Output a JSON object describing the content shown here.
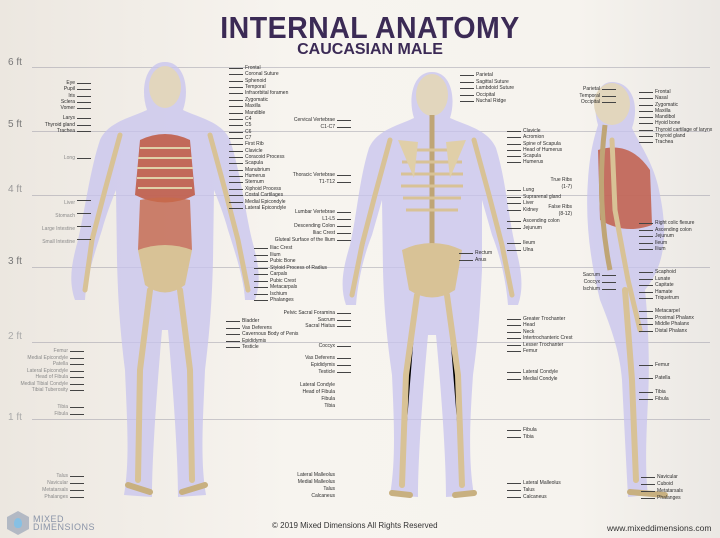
{
  "header": {
    "title": "INTERNAL ANATOMY",
    "subtitle": "CAUCASIAN MALE"
  },
  "heights": [
    "6 ft",
    "5 ft",
    "4 ft",
    "3 ft",
    "2 ft",
    "1 ft"
  ],
  "labels": {
    "l_eye": [
      "Eye",
      "Pupil",
      "Iris",
      "Sclera",
      "Vomer"
    ],
    "l_neck": [
      "Larys",
      "Thyroid gland",
      "Trachea"
    ],
    "l_lung": [
      "Long"
    ],
    "l_abd": [
      "Liver",
      "Stomach",
      "Large Intestine",
      "Small Intestine"
    ],
    "l_knee": [
      "Femur",
      "Medial Epicondyle",
      "Patella",
      "Lateral Epicondyle",
      "Head of Fibula",
      "Medial Tibial Condyle",
      "Tibial Tuberosity"
    ],
    "l_leg": [
      "Tibia",
      "Fibula"
    ],
    "l_foot": [
      "Talus",
      "Navicular",
      "Metatarsals",
      "Phalanges"
    ],
    "f_upper": [
      "Frontal",
      "Coronal Suture",
      "Sphenoid",
      "Temporal",
      "Infraorbital foramen",
      "Zygomatic",
      "Maxilla",
      "Mandible",
      "C4",
      "C5",
      "C6",
      "C7",
      "First Rib",
      "Clavicle",
      "Coracoid Process",
      "Scapula",
      "Manubrium",
      "Humerus",
      "Sternum",
      "Xiphoid Process",
      "Costal Cartilages",
      "Medial Epicondyle",
      "Lateral Epicondyle"
    ],
    "f_pelvis": [
      "Iliac Crest",
      "Ilium",
      "Pubic Bone",
      "Styloid Process of Radius",
      "Carpals",
      "Pubic Crest",
      "Metacarpals",
      "Ischium",
      "Phalanges"
    ],
    "f_genital": [
      "Bladder",
      "Vas Deferens",
      "Cavernous Body of Penis",
      "Epididymis",
      "Testicle"
    ],
    "m_cervical": [
      "Cervical Vertebrae",
      "C1-C7"
    ],
    "m_thoracic": [
      "Thoracic Vertebrae",
      "T1-T12"
    ],
    "m_lumbar": [
      "Lumbar Vertebrae",
      "L1-L5",
      "Descending Colon",
      "Iliac Crest",
      "Gluteal Surface of the Ilium"
    ],
    "m_sacral": [
      "Pelvic Sacral Foramina",
      "Sacrum",
      "Sacral Hiatus"
    ],
    "m_coccyx": [
      "Coccyx"
    ],
    "m_genital": [
      "Vas Deferens",
      "Epididymis",
      "Testicle"
    ],
    "m_knee": [
      "Lateral Condyle",
      "Head of Fibula",
      "Fibula",
      "Tibia"
    ],
    "m_ankle": [
      "Lateral Malleolus",
      "Medial Malleolus",
      "Talus",
      "Calcaneus"
    ],
    "mr_skull": [
      "Parietal",
      "Sagittal Suture",
      "Lambdoid Suture",
      "Occipital",
      "Nuchal Ridge"
    ],
    "mr_shoulder": [
      "Clavicle",
      "Acromion",
      "Spine of Scapula",
      "Head of Humerus",
      "Scapula",
      "Humerus"
    ],
    "mr_organs": [
      "Lung",
      "Suprarenal gland",
      "Liver",
      "Kidney"
    ],
    "mr_colon": [
      "Ascending colon",
      "Jejunum"
    ],
    "mr_ileum": [
      "Ileum",
      "Ulna"
    ],
    "mr_rectum": [
      "Rectum",
      "Anus"
    ],
    "mr_hip": [
      "Greater Trochanter",
      "Head",
      "Neck",
      "Intertrochanteric Crest",
      "Lesser Trochanter",
      "Femur"
    ],
    "mr_knee": [
      "Lateral Condyle",
      "Medial Condyle"
    ],
    "mr_leg": [
      "Fibula",
      "Tibia"
    ],
    "mr_ankle": [
      "Lateral Malleolus",
      "Talus",
      "Calcaneus"
    ],
    "rl_skull": [
      "Parietal",
      "Temporal",
      "Occipital"
    ],
    "rl_true": [
      "True Ribs",
      "(1-7)"
    ],
    "rl_false": [
      "False Ribs",
      "(8-12)"
    ],
    "rl_pelvis": [
      "Sacrum",
      "Coccyx",
      "Ischium"
    ],
    "rr_skull": [
      "Frontal",
      "Nasal",
      "Zygomatic",
      "Maxilla",
      "Mandibol",
      "Hyoid bone",
      "Thyroid cartilage of larynx",
      "Thyroid gland",
      "Trachea"
    ],
    "rr_abd": [
      "Right colic flexure",
      "Ascending colon",
      "Jejunum",
      "Ileum",
      "Ilium"
    ],
    "rr_wrist": [
      "Scaphoid",
      "Lunate",
      "Capitate",
      "Hamate",
      "Triquetrum"
    ],
    "rr_fingers": [
      "Metacarpel",
      "Proximal Phalanx",
      "Middle Phalanx",
      "Distal Phalanx"
    ],
    "rr_femur": [
      "Femur"
    ],
    "rr_patella": [
      "Patella"
    ],
    "rr_leg": [
      "Tibia",
      "Fibula"
    ],
    "rr_foot": [
      "Navicular",
      "Cuboid",
      "Metatarsals",
      "Phalanges"
    ]
  },
  "footer": {
    "copyright": "© 2019 Mixed Dimensions All Rights Reserved",
    "url": "www.mixeddimensions.com",
    "logo_text": "MIXED DIMENSIONS"
  },
  "colors": {
    "title": "#3b2a55",
    "silhouette": "#c7c3ee",
    "bone": "#d8c296",
    "organ": "#b8432e"
  }
}
